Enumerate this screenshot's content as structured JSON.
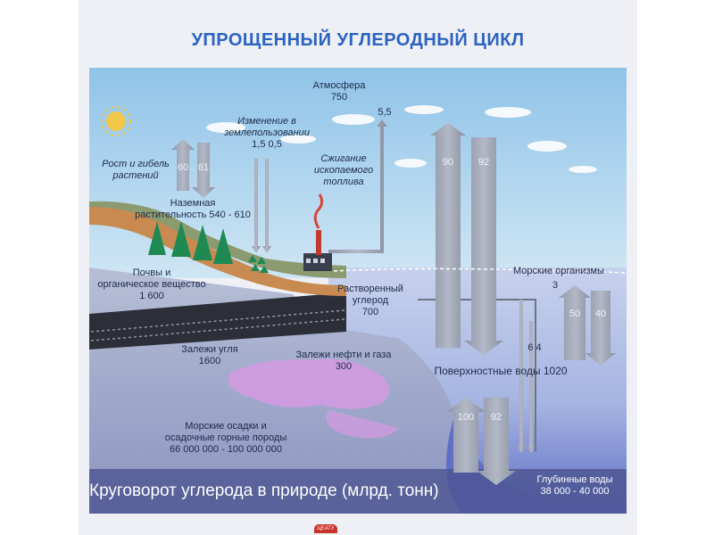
{
  "title": "УПРОЩЕННЫЙ УГЛЕРОДНЫЙ ЦИКЛ",
  "caption": "Круговорот углерода в природе (млрд. тонн)",
  "logo_text": "ЦЕАТУ",
  "labels": {
    "atmosphere": "Атмосфера",
    "atmosphere_value": "750",
    "land_use_change_1": "Изменение в",
    "land_use_change_2": "землепользовании",
    "land_use_values": "1,5  0,5",
    "fossil_emission": "5,5",
    "fuel_burning_1": "Сжигание",
    "fuel_burning_2": "ископаемого",
    "fuel_burning_3": "топлива",
    "plant_growth_1": "Рост и гибель",
    "plant_growth_2": "растений",
    "plant_up": "60",
    "plant_down": "61",
    "land_veg_1": "Наземная",
    "land_veg_2": "растительность 540 - 610",
    "soils_1": "Почвы и",
    "soils_2": "органическое вещество",
    "soils_3": "1 600",
    "dissolved_1": "Растворенный",
    "dissolved_2": "углерод",
    "dissolved_3": "700",
    "coal_1": "Залежи угля",
    "coal_2": "1600",
    "oil_1": "Залежи нефти и газа",
    "oil_2": "300",
    "sediments_1": "Морские осадки и",
    "sediments_2": "осадочные горные породы",
    "sediments_3": "66 000 000 - 100 000 000",
    "ocean_exchange_up": "90",
    "ocean_exchange_down": "92",
    "marine_organisms": "Морские организмы",
    "marine_organisms_value": "3",
    "marine_up": "50",
    "marine_down": "40",
    "sink_values": "6  4",
    "surface_waters": "Поверхностные воды 1020",
    "deep_up": "100",
    "deep_down": "92",
    "deep_waters_1": "Глубинные воды",
    "deep_waters_2": "38 000 - 40 000"
  },
  "colors": {
    "title": "#2b63c3",
    "arrow": "#9aa0b0",
    "sky_top": "#8fc3e8",
    "land": "#8c9a70",
    "soil_edge": "#c98a52",
    "trees": "#1e8a52",
    "oil": "#d59ae3",
    "ocean": "#6675c8",
    "caption_bar": "#4a5390"
  }
}
